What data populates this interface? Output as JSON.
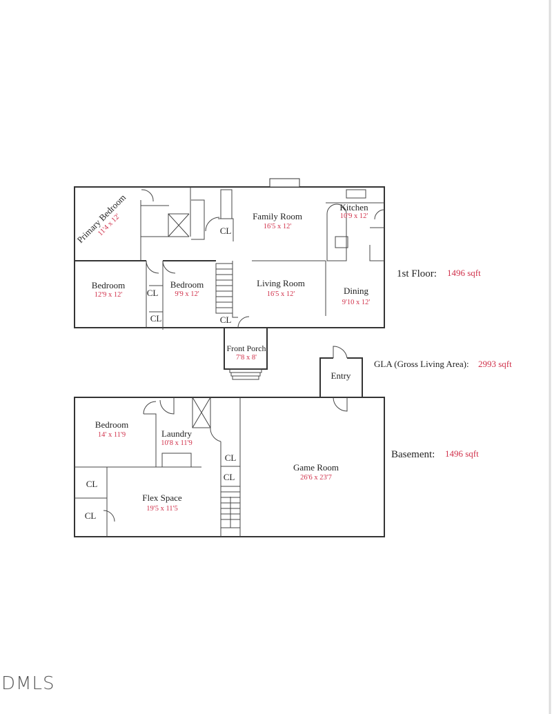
{
  "colors": {
    "wall": "#333333",
    "dimension_text": "#d0304a",
    "label_text": "#222222"
  },
  "first_floor": {
    "label": "1st Floor:",
    "area": "1496 sqft",
    "rooms": [
      {
        "name": "Primary Bedroom",
        "dims": "11'4 x 12'"
      },
      {
        "name": "Family Room",
        "dims": "16'5 x 12'"
      },
      {
        "name": "Kitchen",
        "dims": "10'9 x 12'"
      },
      {
        "name": "Bedroom",
        "dims": "12'9 x 12'"
      },
      {
        "name": "Bedroom",
        "dims": "9'9 x 12'"
      },
      {
        "name": "Living Room",
        "dims": "16'5 x 12'"
      },
      {
        "name": "Dining",
        "dims": "9'10 x 12'"
      },
      {
        "name": "Front Porch",
        "dims": "7'8 x 8'"
      }
    ],
    "closet_label": "CL"
  },
  "gla": {
    "label": "GLA (Gross Living Area):",
    "area": "2993 sqft"
  },
  "basement": {
    "label": "Basement:",
    "area": "1496 sqft",
    "rooms": [
      {
        "name": "Bedroom",
        "dims": "14' x 11'9"
      },
      {
        "name": "Laundry",
        "dims": "10'8 x 11'9"
      },
      {
        "name": "Game Room",
        "dims": "26'6 x 23'7"
      },
      {
        "name": "Flex Space",
        "dims": "19'5 x 11'5"
      },
      {
        "name": "Entry"
      }
    ],
    "closet_label": "CL"
  },
  "logo": "DMLS"
}
